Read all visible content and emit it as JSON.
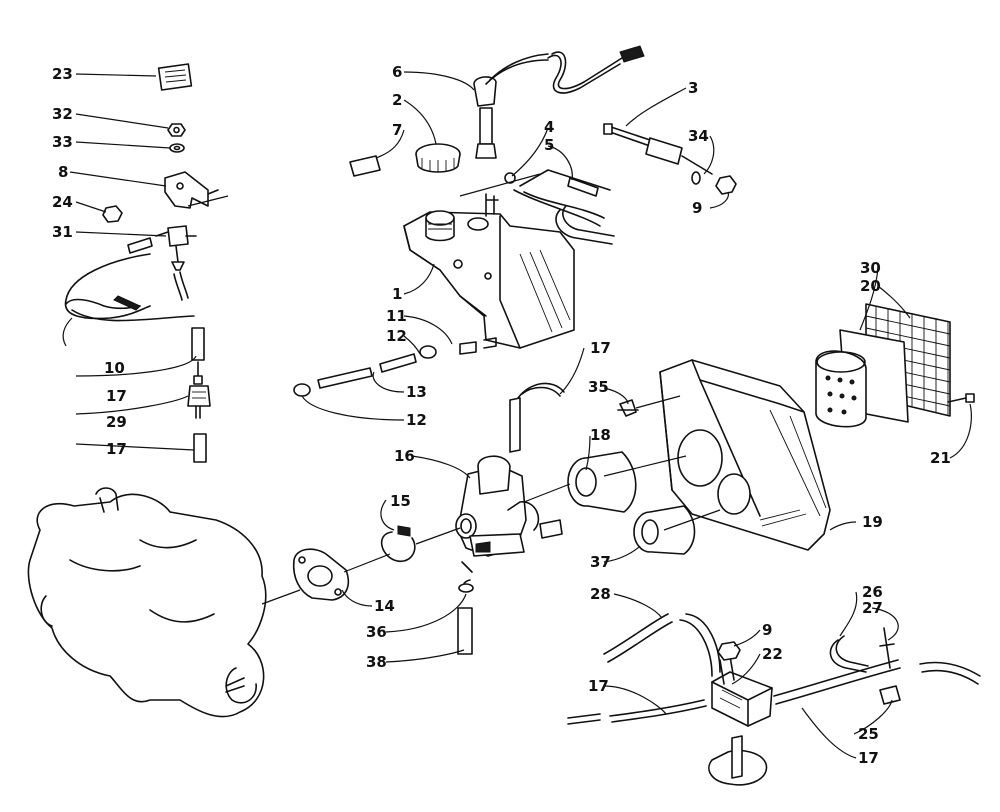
{
  "diagram": {
    "callouts": [
      {
        "id": "c23",
        "text": "23"
      },
      {
        "id": "c32",
        "text": "32"
      },
      {
        "id": "c33",
        "text": "33"
      },
      {
        "id": "c8",
        "text": "8"
      },
      {
        "id": "c24",
        "text": "24"
      },
      {
        "id": "c31",
        "text": "31"
      },
      {
        "id": "c10",
        "text": "10"
      },
      {
        "id": "c17a",
        "text": "17"
      },
      {
        "id": "c29",
        "text": "29"
      },
      {
        "id": "c17b",
        "text": "17"
      },
      {
        "id": "c6",
        "text": "6"
      },
      {
        "id": "c2",
        "text": "2"
      },
      {
        "id": "c7",
        "text": "7"
      },
      {
        "id": "c4",
        "text": "4"
      },
      {
        "id": "c5",
        "text": "5"
      },
      {
        "id": "c3",
        "text": "3"
      },
      {
        "id": "c34",
        "text": "34"
      },
      {
        "id": "c9a",
        "text": "9"
      },
      {
        "id": "c1",
        "text": "1"
      },
      {
        "id": "c11",
        "text": "11"
      },
      {
        "id": "c12a",
        "text": "12"
      },
      {
        "id": "c13",
        "text": "13"
      },
      {
        "id": "c12b",
        "text": "12"
      },
      {
        "id": "c30",
        "text": "30"
      },
      {
        "id": "c20",
        "text": "20"
      },
      {
        "id": "c21",
        "text": "21"
      },
      {
        "id": "c17c",
        "text": "17"
      },
      {
        "id": "c35",
        "text": "35"
      },
      {
        "id": "c18",
        "text": "18"
      },
      {
        "id": "c16",
        "text": "16"
      },
      {
        "id": "c15",
        "text": "15"
      },
      {
        "id": "c19",
        "text": "19"
      },
      {
        "id": "c37",
        "text": "37"
      },
      {
        "id": "c14",
        "text": "14"
      },
      {
        "id": "c36",
        "text": "36"
      },
      {
        "id": "c38",
        "text": "38"
      },
      {
        "id": "c28",
        "text": "28"
      },
      {
        "id": "c9b",
        "text": "9"
      },
      {
        "id": "c22",
        "text": "22"
      },
      {
        "id": "c26",
        "text": "26"
      },
      {
        "id": "c27",
        "text": "27"
      },
      {
        "id": "c17d",
        "text": "17"
      },
      {
        "id": "c25",
        "text": "25"
      },
      {
        "id": "c17e",
        "text": "17"
      }
    ]
  }
}
